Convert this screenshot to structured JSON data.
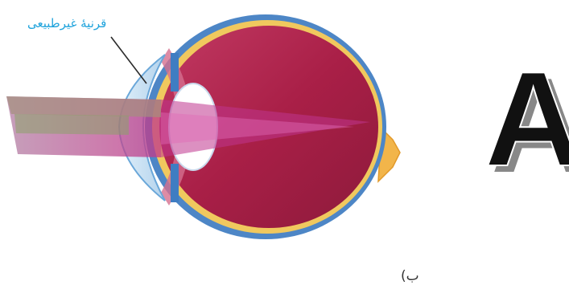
{
  "figure": {
    "annotation_label": "قرنیهٔ غیرطبیعی",
    "caption": "ب)",
    "letter": "A"
  },
  "colors": {
    "annotation": "#1fa3dc",
    "eye_body": "#b8234f",
    "sclera_outline": "#4d86c6",
    "light_rays": "#c9408f",
    "letter_fill": "#111111"
  }
}
